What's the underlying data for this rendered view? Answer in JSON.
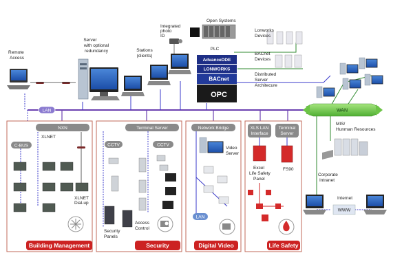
{
  "labels": {
    "remote_access": [
      "Remote",
      "Access"
    ],
    "server": [
      "Server",
      "with optional",
      "redundancy"
    ],
    "stations": [
      "Stations",
      "(clients)"
    ],
    "integrated_photo": [
      "Integrated",
      "photo",
      "ID"
    ],
    "open_systems": "Open Systems",
    "plc": "PLC",
    "lonworks_devices": [
      "Lonworks",
      "Devices"
    ],
    "bacnet_devices": [
      "BACnet",
      "Devices"
    ],
    "distributed_server": [
      "Distributed",
      "Server",
      "Architecure"
    ],
    "lan_main": "LAN",
    "wan": "WAN",
    "mis": [
      "MIS/",
      "Hunman Resources"
    ],
    "corporate_intranet": [
      "Corporate",
      "Intranet"
    ],
    "internet": "Internet",
    "www": "WWW",
    "lan_dv": "LAN"
  },
  "protocols": {
    "advancedde": "AdvanceDDE",
    "lonworks": "LONWORKS",
    "bacnet": "BACnet",
    "opc": "OPC"
  },
  "building": {
    "nxn": "NXN",
    "cbus": "C-BUS",
    "xlnet": "XLNET",
    "xlnet_dialup": [
      "XLNET",
      "Dial-up"
    ],
    "footer": "Building Management"
  },
  "security": {
    "terminal_server": "Terminal Server",
    "cctv_a": "CCTV",
    "cctv_b": "CCTV",
    "security_panels": [
      "Security",
      "Panels"
    ],
    "access_control": [
      "Access",
      "Control"
    ],
    "footer": "Security"
  },
  "digital_video": {
    "network_bridge": "Network Bridge",
    "video_server": [
      "Video",
      "Server"
    ],
    "footer": "Digital Video"
  },
  "life_safety": {
    "xls_lan": [
      "XLS LAN",
      "Interface"
    ],
    "terminal_server": [
      "Terminal",
      "Server"
    ],
    "excel_panel": [
      "Excel",
      "Life Safety",
      "Panel"
    ],
    "fs90": "FS90",
    "footer": "Life Safety"
  },
  "colors": {
    "lan_bus": "#6a3fb0",
    "wan_green": "#7ccf55",
    "panel_border": "#c26a5a",
    "footer_red": "#cc2222",
    "pill_gray": "#8a8a8a"
  }
}
